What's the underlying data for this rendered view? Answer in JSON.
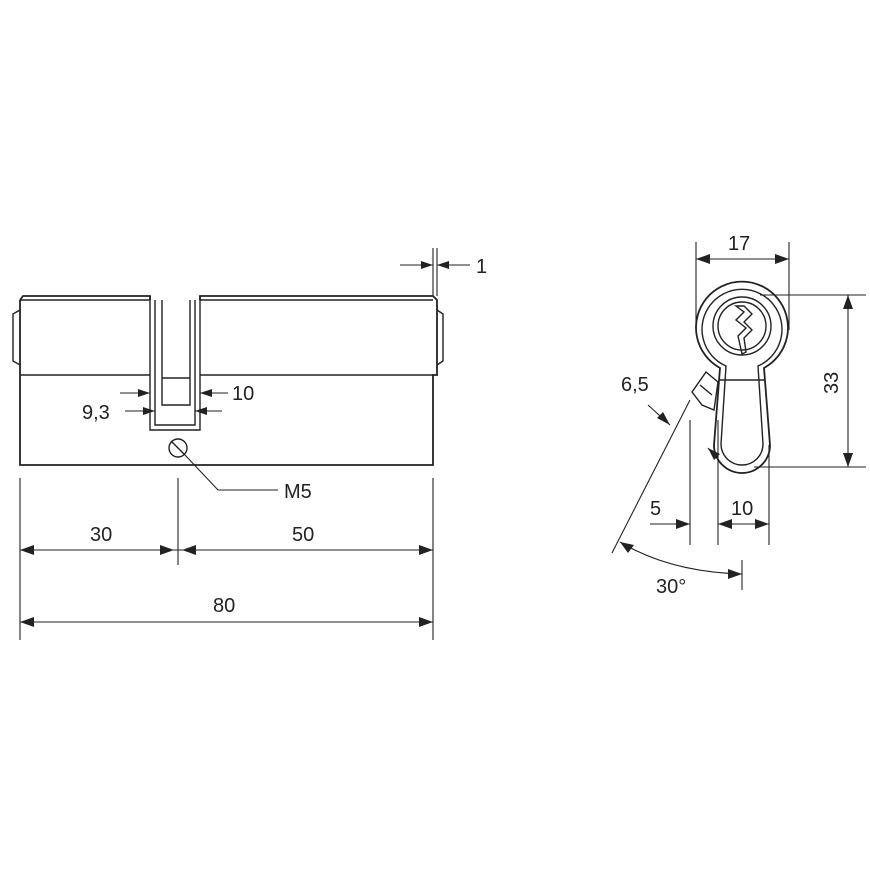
{
  "side_view": {
    "dims": {
      "protrusion": "1",
      "cam_slot_outer": "10",
      "cam_slot_inner": "9,3",
      "screw_thread": "M5",
      "left_length": "30",
      "right_length": "50",
      "total_length": "80"
    }
  },
  "end_view": {
    "dims": {
      "width": "17",
      "height": "33",
      "cam_thickness": "6,5",
      "cam_offset": "5",
      "bottom_width": "10",
      "cam_angle": "30°"
    }
  }
}
